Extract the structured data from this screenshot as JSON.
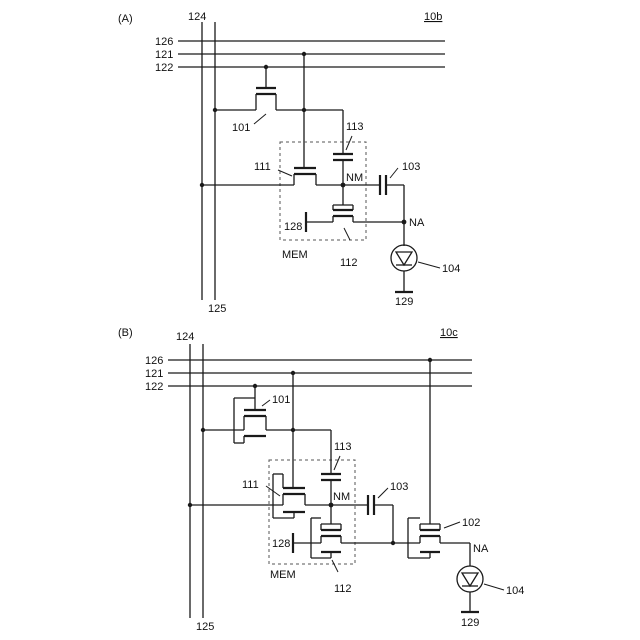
{
  "panel_a": {
    "panel_label": "(A)",
    "figure_id": "10b",
    "line_124": "124",
    "line_125": "125",
    "line_126": "126",
    "line_121": "121",
    "line_122": "122",
    "tr_101": "101",
    "tr_111": "111",
    "tr_112": "112",
    "cap_113": "113",
    "cap_103": "103",
    "node_nm": "NM",
    "node_na": "NA",
    "line_128": "128",
    "block_mem": "MEM",
    "led_104": "104",
    "line_129": "129"
  },
  "panel_b": {
    "panel_label": "(B)",
    "figure_id": "10c",
    "line_124": "124",
    "line_125": "125",
    "line_126": "126",
    "line_121": "121",
    "line_122": "122",
    "tr_101": "101",
    "tr_111": "111",
    "tr_112": "112",
    "tr_102": "102",
    "cap_113": "113",
    "cap_103": "103",
    "node_nm": "NM",
    "node_na": "NA",
    "line_128": "128",
    "block_mem": "MEM",
    "led_104": "104",
    "line_129": "129"
  }
}
